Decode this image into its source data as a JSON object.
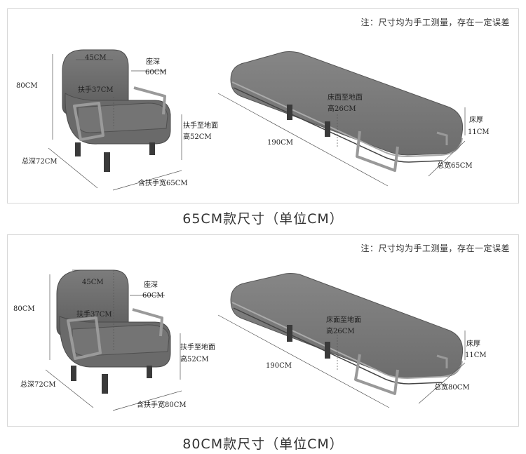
{
  "panels": [
    {
      "note": "注：尺寸均为手工测量，存在一定误差",
      "chair": {
        "height": "80CM",
        "back_width": "45CM",
        "seat_depth_title": "座深",
        "seat_depth": "60CM",
        "armrest": "扶手37CM",
        "arm_to_floor_title": "扶手至地面",
        "arm_to_floor": "高52CM",
        "total_depth": "总深72CM",
        "width_with_arms": "含扶手宽65CM"
      },
      "bed": {
        "surface_to_floor_title": "床面至地面",
        "surface_to_floor": "高26CM",
        "length": "190CM",
        "thickness_title": "床厚",
        "thickness": "11CM",
        "total_width": "总宽65CM"
      },
      "caption": "65CM款尺寸（单位CM）"
    },
    {
      "note": "注：尺寸均为手工测量，存在一定误差",
      "chair": {
        "height": "80CM",
        "back_width": "45CM",
        "seat_depth_title": "座深",
        "seat_depth": "60CM",
        "armrest": "扶手37CM",
        "arm_to_floor_title": "扶手至地面",
        "arm_to_floor": "高52CM",
        "total_depth": "总深72CM",
        "width_with_arms": "含扶手宽80CM"
      },
      "bed": {
        "surface_to_floor_title": "床面至地面",
        "surface_to_floor": "高26CM",
        "length": "190CM",
        "thickness_title": "床厚",
        "thickness": "11CM",
        "total_width": "总宽80CM"
      },
      "caption": "80CM款尺寸（单位CM）"
    }
  ]
}
